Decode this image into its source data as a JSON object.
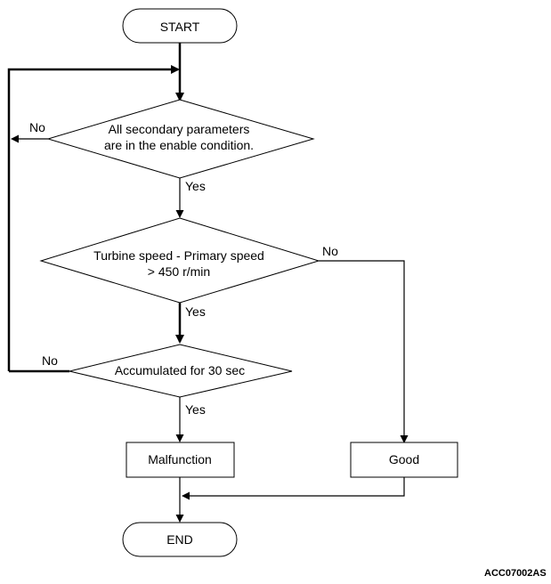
{
  "nodes": {
    "start": "START",
    "decision_enable": [
      "All secondary parameters",
      "are in the enable condition."
    ],
    "decision_speed": [
      "Turbine speed - Primary speed",
      "> 450 r/min"
    ],
    "decision_accumulated": "Accumulated for 30 sec",
    "malfunction": "Malfunction",
    "good": "Good",
    "end": "END"
  },
  "edge_labels": {
    "enable_no": "No",
    "enable_yes": "Yes",
    "speed_no": "No",
    "speed_yes": "Yes",
    "accumulated_no": "No",
    "accumulated_yes": "Yes"
  },
  "figure_code": "ACC07002AS"
}
